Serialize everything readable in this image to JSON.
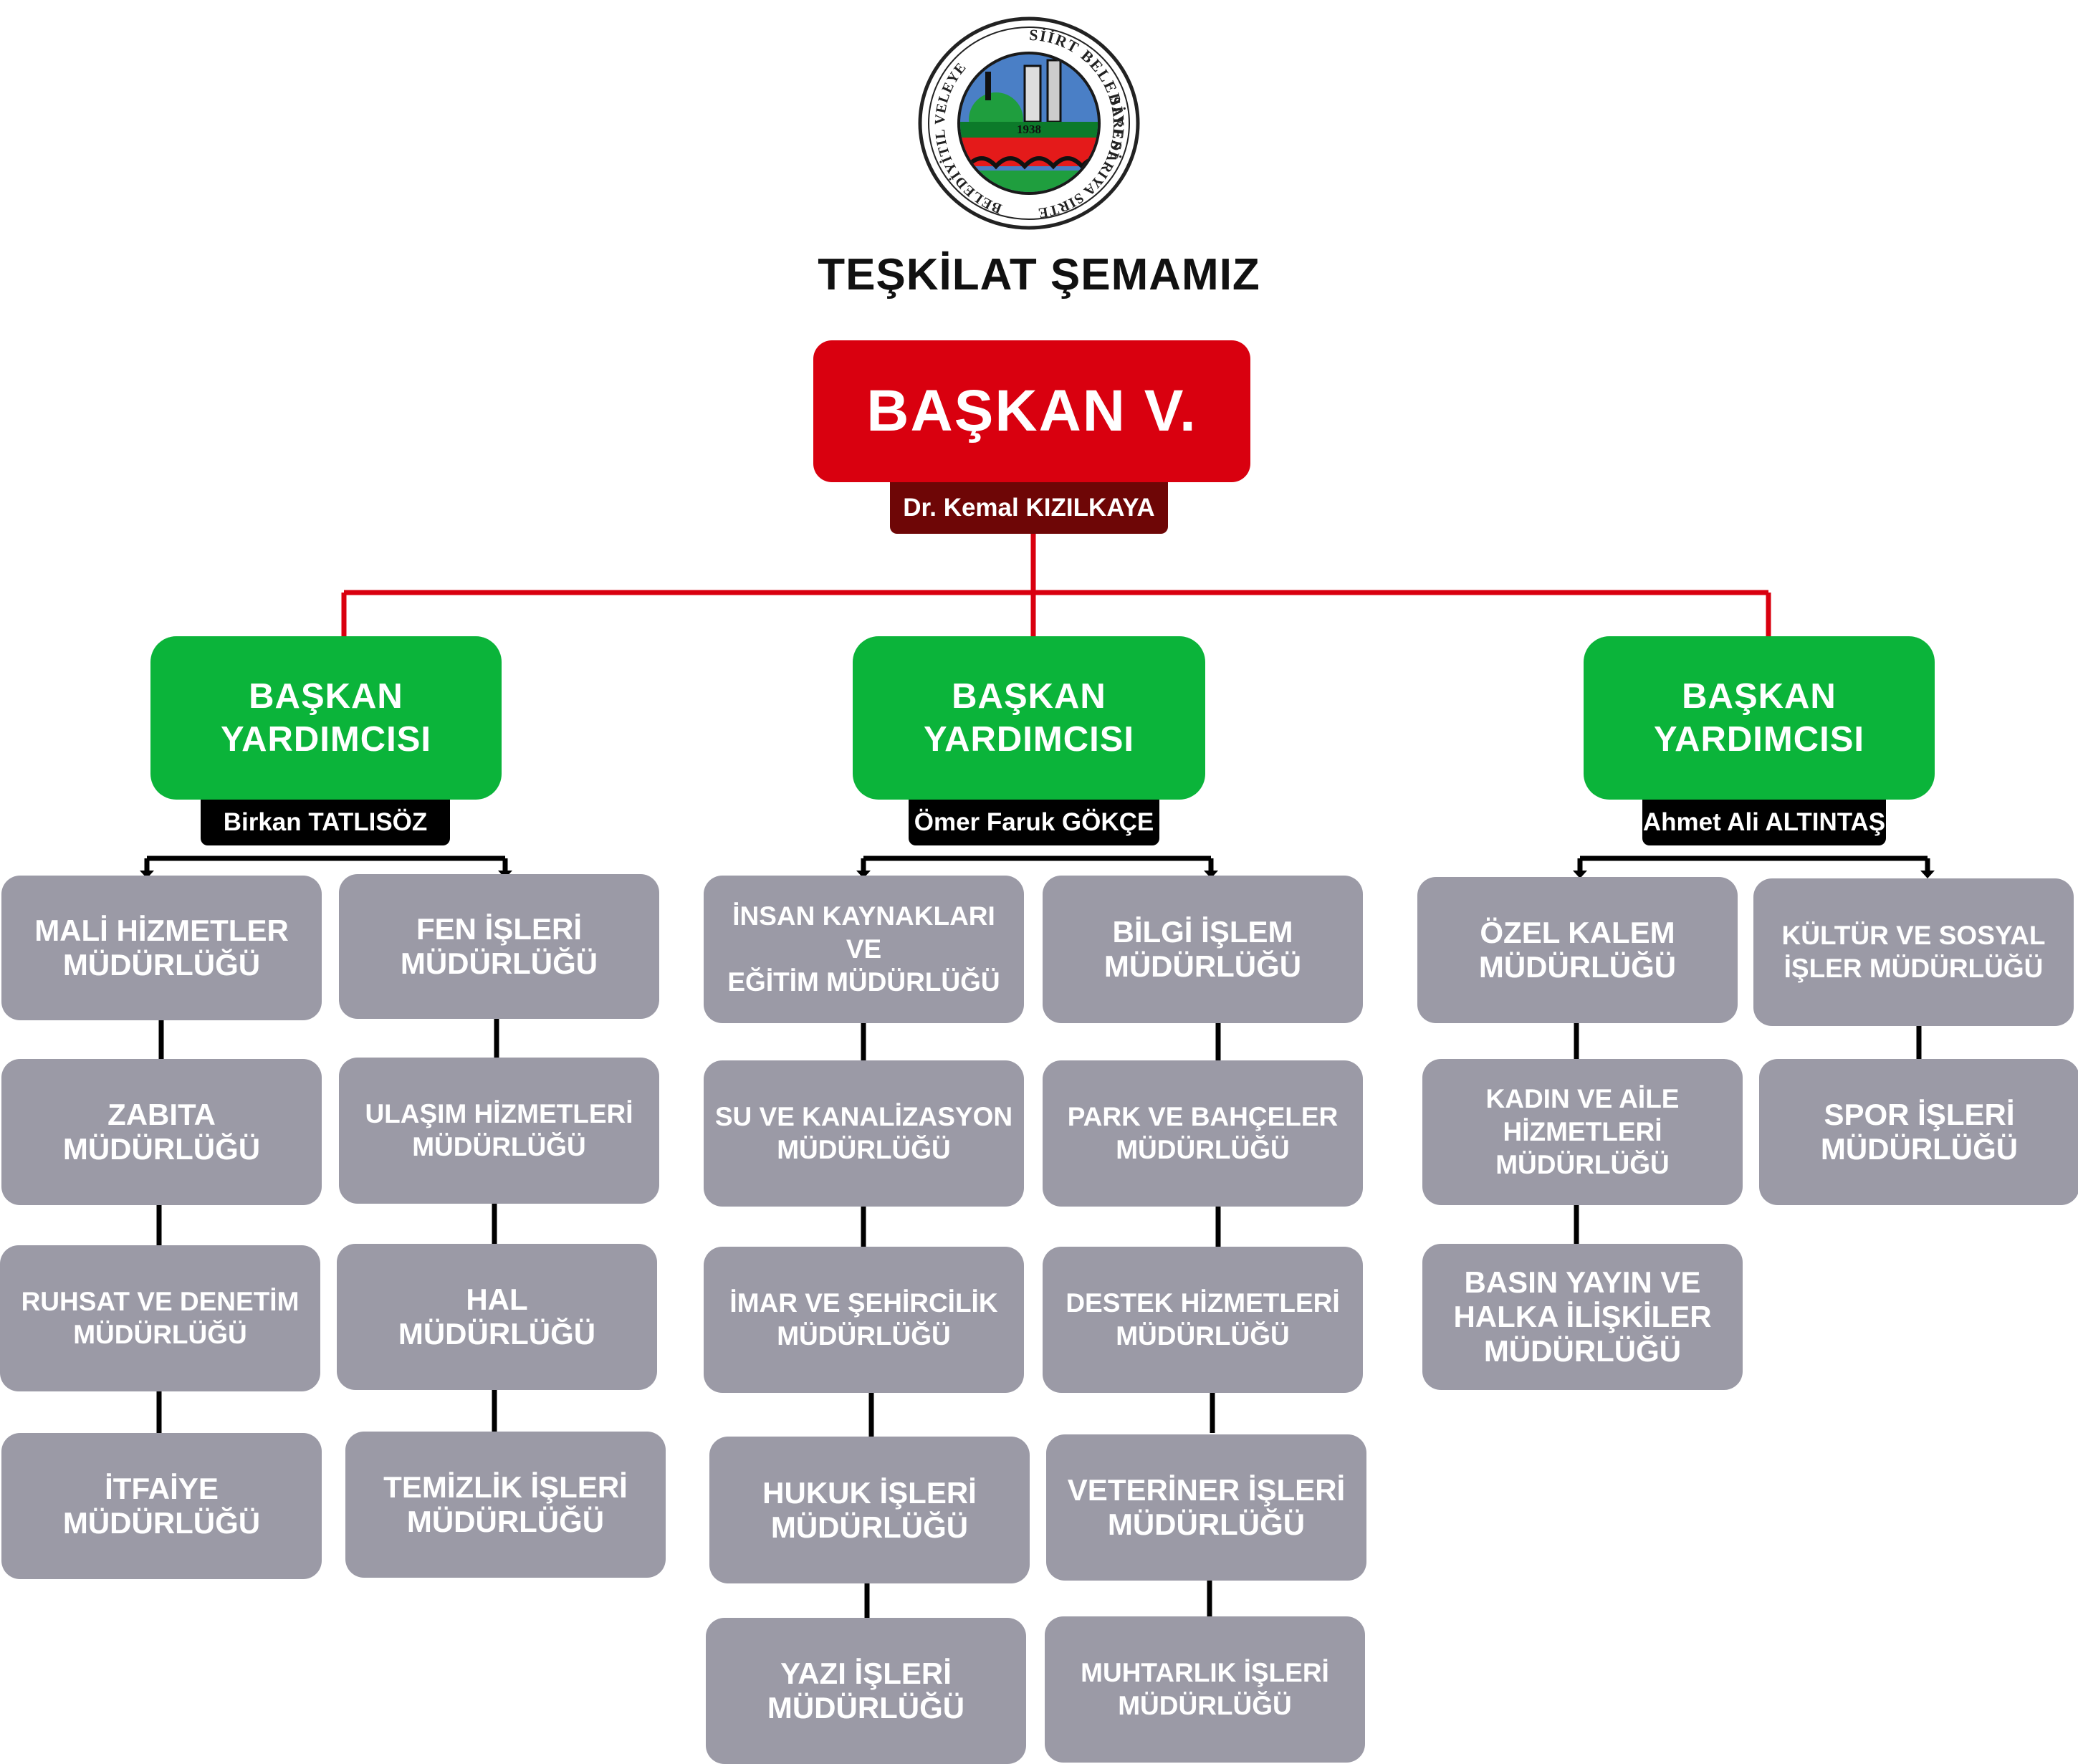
{
  "logo": {
    "ring_text_top": "SİİRT BELEDİYESİ",
    "ring_text_left": "BELEDİYİTIL VELEYE",
    "ring_text_right": "SAREDARIYA SİRTE",
    "year": "1938"
  },
  "title": "TEŞKİLAT ŞEMAMIZ",
  "mayor": {
    "role": "BAŞKAN V.",
    "name": "Dr. Kemal KIZILKAYA"
  },
  "deputies": [
    {
      "role": "BAŞKAN\nYARDIMCISI",
      "name": "Birkan TATLISÖZ",
      "departments": [
        "MALİ HİZMETLER\nMÜDÜRLÜĞÜ",
        "FEN İŞLERİ\nMÜDÜRLÜĞÜ",
        "ZABITA\nMÜDÜRLÜĞÜ",
        "ULAŞIM HİZMETLERİ\nMÜDÜRLÜĞÜ",
        "RUHSAT VE DENETİM\nMÜDÜRLÜĞÜ",
        "HAL\nMÜDÜRLÜĞÜ",
        "İTFAİYE\nMÜDÜRLÜĞÜ",
        "TEMİZLİK İŞLERİ\nMÜDÜRLÜĞÜ"
      ]
    },
    {
      "role": "BAŞKAN\nYARDIMCISI",
      "name": "Ömer Faruk GÖKÇE",
      "departments": [
        "İNSAN KAYNAKLARI\nVE\nEĞİTİM MÜDÜRLÜĞÜ",
        "BİLGİ İŞLEM\nMÜDÜRLÜĞÜ",
        "SU VE KANALİZASYON\nMÜDÜRLÜĞÜ",
        "PARK VE BAHÇELER\nMÜDÜRLÜĞÜ",
        "İMAR VE ŞEHİRCİLİK\nMÜDÜRLÜĞÜ",
        "DESTEK HİZMETLERİ\nMÜDÜRLÜĞÜ",
        "HUKUK İŞLERİ\nMÜDÜRLÜĞÜ",
        "VETERİNER İŞLERİ\nMÜDÜRLÜĞÜ",
        "YAZI İŞLERİ\nMÜDÜRLÜĞÜ",
        "MUHTARLIK İŞLERİ\nMÜDÜRLÜĞÜ"
      ]
    },
    {
      "role": "BAŞKAN\nYARDIMCISI",
      "name": "Ahmet Ali ALTINTAŞ",
      "departments": [
        "ÖZEL KALEM\nMÜDÜRLÜĞÜ",
        "KÜLTÜR VE SOSYAL\nİŞLER MÜDÜRLÜĞÜ",
        "KADIN VE AİLE\nHİZMETLERİ\nMÜDÜRLÜĞÜ",
        "SPOR İŞLERİ\nMÜDÜRLÜĞÜ",
        "BASIN YAYIN VE\nHALKA İLİŞKİLER\nMÜDÜRLÜĞÜ"
      ]
    }
  ],
  "colors": {
    "mayor_box": "#d9000f",
    "mayor_name_bar": "#6e0606",
    "deputy_box": "#0bb43a",
    "deputy_name_bar": "#000000",
    "department_box": "#9b9aa6",
    "mayor_connector": "#d9000f",
    "department_connector": "#000000"
  }
}
